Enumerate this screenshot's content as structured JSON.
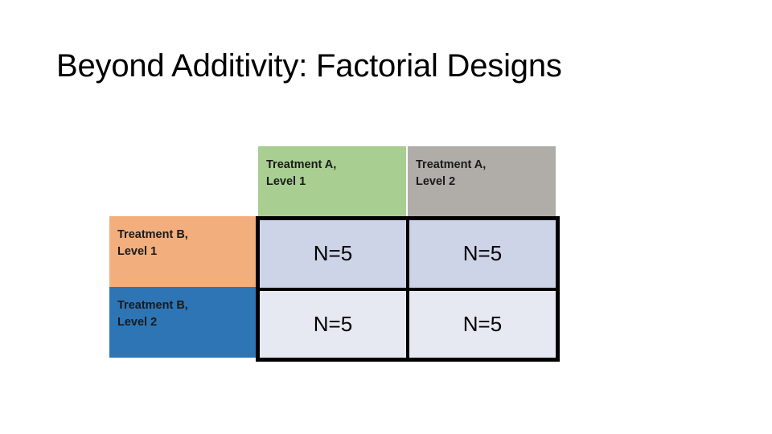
{
  "slide": {
    "title": "Beyond Additivity: Factorial Designs",
    "background_color": "#FFFFFF"
  },
  "table": {
    "corner_label": "",
    "column_headers": [
      {
        "line1": "Treatment A,",
        "line2": "Level 1",
        "fill_color": "#A9CE92"
      },
      {
        "line1": "Treatment A,",
        "line2": "Level 2",
        "fill_color": "#B0ADA9"
      }
    ],
    "row_headers": [
      {
        "line1": "Treatment B,",
        "line2": "Level 1",
        "fill_color": "#F3AE7D"
      },
      {
        "line1": "Treatment B,",
        "line2": "Level 2",
        "fill_color": "#2E75B6"
      }
    ],
    "cells": [
      {
        "value": "N=5",
        "fill_color": "#CDD4E8"
      },
      {
        "value": "N=5",
        "fill_color": "#CDD4E8"
      },
      {
        "value": "N=5",
        "fill_color": "#E6E9F2"
      },
      {
        "value": "N=5",
        "fill_color": "#E6E9F2"
      }
    ],
    "border_color": "#000000"
  }
}
